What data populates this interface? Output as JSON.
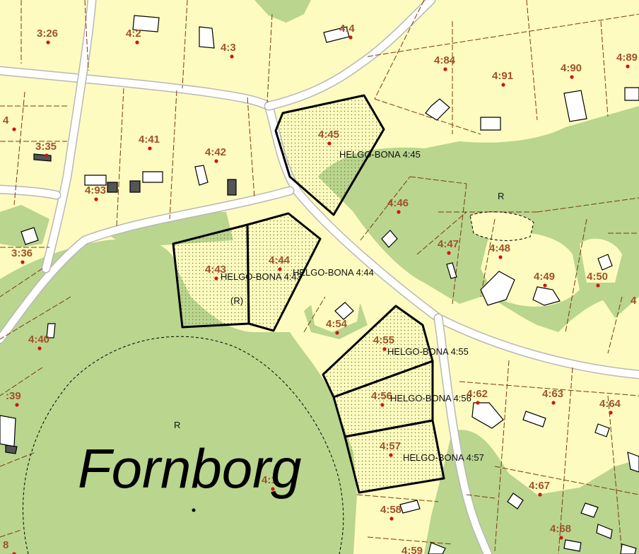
{
  "map": {
    "place_name": "Fornborg",
    "colors": {
      "residential": "#fdfbbf",
      "forest": "#b9d58e",
      "road": "#ffffff",
      "road_edge": "#b8b8b8",
      "boundary": "#7a3b12",
      "parcel_label": "#a0522d",
      "highlight_outline": "#000000",
      "building_fill": "#ffffff",
      "building_dark": "#555555"
    },
    "parcel_labels": [
      {
        "id": "p-3-26",
        "text": "3:26"
      },
      {
        "id": "p-4-2",
        "text": "4:2"
      },
      {
        "id": "p-4-3",
        "text": "4:3"
      },
      {
        "id": "p-4-4",
        "text": "4:4"
      },
      {
        "id": "p-4-84",
        "text": "4:84"
      },
      {
        "id": "p-4-91",
        "text": "4:91"
      },
      {
        "id": "p-4-90",
        "text": "4:90"
      },
      {
        "id": "p-4-89",
        "text": "4:89"
      },
      {
        "id": "p-4-45",
        "text": "4:45"
      },
      {
        "id": "p-3-35",
        "text": "3:35"
      },
      {
        "id": "p-4-41",
        "text": "4:41"
      },
      {
        "id": "p-4-42",
        "text": "4:42"
      },
      {
        "id": "p-4-93",
        "text": "4:93"
      },
      {
        "id": "p-4-46",
        "text": "4:46"
      },
      {
        "id": "p-3-36",
        "text": "3:36"
      },
      {
        "id": "p-4-43",
        "text": "4:43"
      },
      {
        "id": "p-4-44",
        "text": "4:44"
      },
      {
        "id": "p-4-47",
        "text": "4:47"
      },
      {
        "id": "p-4-48",
        "text": "4:48"
      },
      {
        "id": "p-4-49",
        "text": "4:49"
      },
      {
        "id": "p-4-50",
        "text": "4:50"
      },
      {
        "id": "p-4-40",
        "text": "4:40"
      },
      {
        "id": "p-4-54",
        "text": "4:54"
      },
      {
        "id": "p-4-55",
        "text": "4:55"
      },
      {
        "id": "p-3-39",
        "text": ":39"
      },
      {
        "id": "p-4-56",
        "text": "4:56"
      },
      {
        "id": "p-4-62",
        "text": "4:62"
      },
      {
        "id": "p-4-63",
        "text": "4:63"
      },
      {
        "id": "p-4-64",
        "text": "4:64"
      },
      {
        "id": "p-4-57",
        "text": "4:57"
      },
      {
        "id": "p-4-67",
        "text": "4:67"
      },
      {
        "id": "p-4-58",
        "text": "4:58"
      },
      {
        "id": "p-4-68",
        "text": "4:68"
      },
      {
        "id": "p-4-59",
        "text": "4:59"
      },
      {
        "id": "p-4-1",
        "text": "4:1"
      },
      {
        "id": "p-8",
        "text": "8"
      },
      {
        "id": "p-4",
        "text": "4"
      },
      {
        "id": "p-4b",
        "text": "4"
      }
    ],
    "highlighted_parcels": [
      {
        "id": "hp-4-45",
        "text": "HELGO-BONA 4:45"
      },
      {
        "id": "hp-4-43",
        "text": "HELGO-BONA 4:43"
      },
      {
        "id": "hp-4-44",
        "text": "HELGO-BONA 4:44"
      },
      {
        "id": "hp-4-55",
        "text": "HELGO-BONA 4:55"
      },
      {
        "id": "hp-4-56",
        "text": "HELGO-BONA 4:56"
      },
      {
        "id": "hp-4-57",
        "text": "HELGO-BONA 4:57"
      }
    ],
    "symbols": {
      "ancient_monument": "R",
      "ancient_monument_ringed": "(R)"
    }
  }
}
